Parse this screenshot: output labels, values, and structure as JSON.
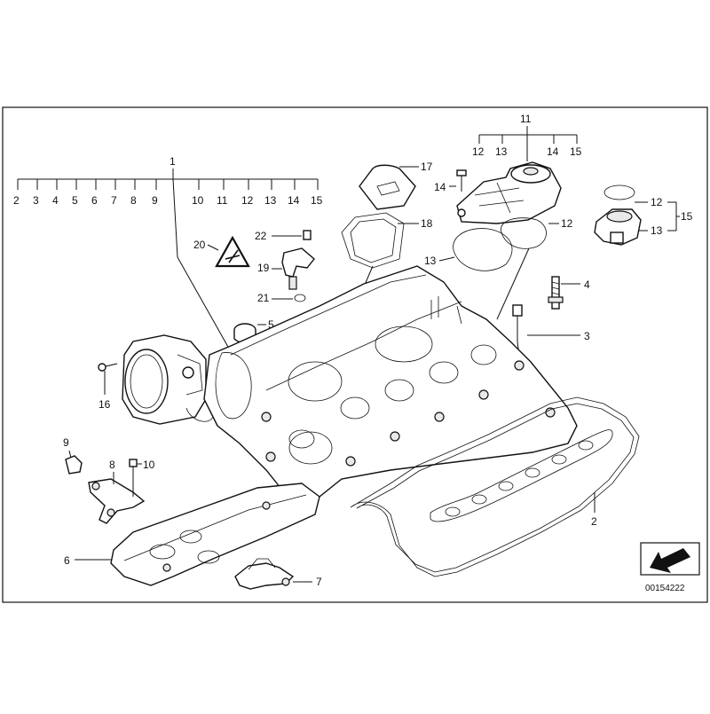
{
  "diagram": {
    "drawing_number": "00154222",
    "callouts": {
      "c1": "1",
      "c2": "2",
      "c3": "3",
      "c4": "4",
      "c5": "5",
      "c6": "6",
      "c7": "7",
      "c8": "8",
      "c9": "9",
      "c10": "10",
      "c11": "11",
      "c12": "12",
      "c13": "13",
      "c14": "14",
      "c15": "15",
      "c16": "16",
      "c17": "17",
      "c18": "18",
      "c19": "19",
      "c20": "20",
      "c21": "21",
      "c22": "22"
    },
    "group1_row": [
      "2",
      "3",
      "4",
      "5",
      "6",
      "7",
      "8",
      "9",
      "10",
      "11",
      "12",
      "13",
      "14",
      "15"
    ],
    "group11_row": [
      "12",
      "13",
      "14",
      "15"
    ]
  }
}
